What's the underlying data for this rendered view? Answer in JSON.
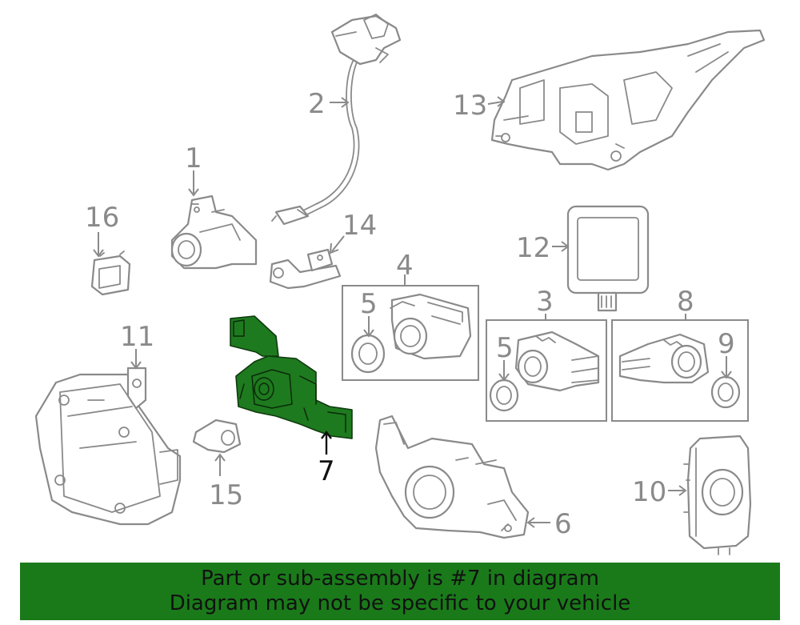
{
  "diagram": {
    "highlighted_part": "7",
    "colors": {
      "highlight": "#1e7a1e",
      "line": "#8a8a8a",
      "banner": "#1a7a1a"
    },
    "callouts": {
      "c1": "1",
      "c2": "2",
      "c3": "3",
      "c4": "4",
      "c5a": "5",
      "c5b": "5",
      "c6": "6",
      "c7": "7",
      "c8": "8",
      "c9": "9",
      "c10": "10",
      "c11": "11",
      "c12": "12",
      "c13": "13",
      "c14": "14",
      "c15": "15",
      "c16": "16"
    }
  },
  "banner": {
    "line1": "Part or sub-assembly is #7 in diagram",
    "line2": "Diagram may not be specific to your vehicle"
  }
}
